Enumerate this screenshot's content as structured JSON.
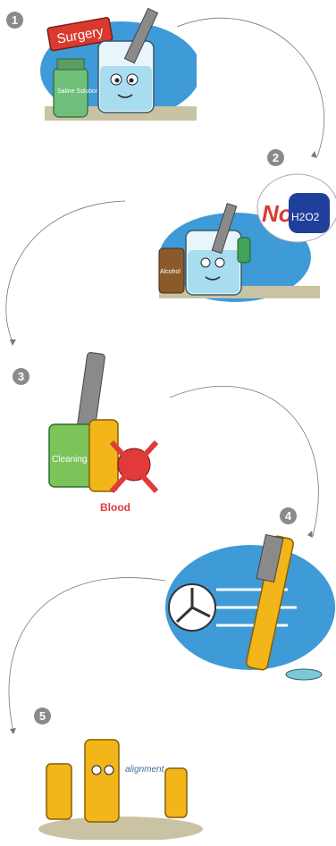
{
  "steps": [
    {
      "number": "1",
      "labels": {
        "sign": "Surgery",
        "bottle": "Saline Solution"
      }
    },
    {
      "number": "2",
      "labels": {
        "no": "No",
        "bottle": "H2O2",
        "jar": "Alcohol"
      }
    },
    {
      "number": "3",
      "labels": {
        "beaker": "Cleaning",
        "warning": "Blood"
      }
    },
    {
      "number": "4",
      "labels": {}
    },
    {
      "number": "5",
      "labels": {
        "tag": "alignment"
      }
    }
  ],
  "colors": {
    "sky": "#3f9ad8",
    "ground": "#c9c3a3",
    "yellow": "#f2b51a",
    "gray": "#8a8a8a",
    "red": "#e03a3a",
    "green": "#7cc35a"
  }
}
